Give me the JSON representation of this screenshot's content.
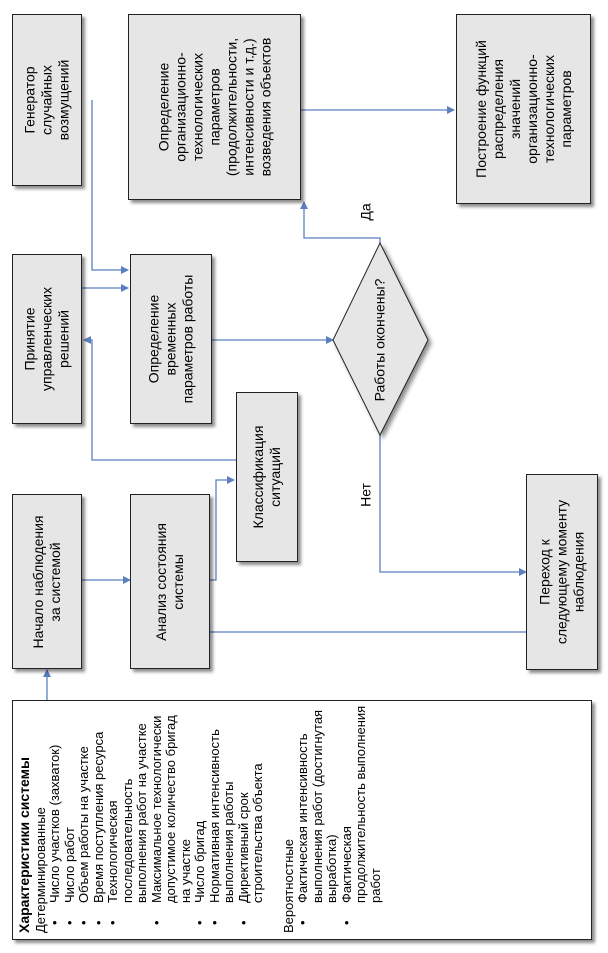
{
  "boxes": {
    "generator": [
      "Генератор",
      "случайных",
      "возмущений"
    ],
    "org_params": [
      "Определение",
      "организационно-",
      "технологических",
      "параметров",
      "(продолжительности,",
      "интенсивности и т.д.)",
      "возведения объектов"
    ],
    "distribution": [
      "Построение функций",
      "распределения",
      "значений",
      "организационно-",
      "технологических",
      "параметров"
    ],
    "decisions": [
      "Принятие",
      "управленческих",
      "решений"
    ],
    "time_params": [
      "Определение",
      "временных",
      "параметров работы"
    ],
    "decision_diamond": "Работы окончены?",
    "classification": [
      "Классификация",
      "ситуаций"
    ],
    "start": [
      "Начало наблюдения",
      "за системой"
    ],
    "analysis": [
      "Анализ состояния",
      "системы"
    ],
    "next_moment": [
      "Переход к",
      "следующему моменту",
      "наблюдения"
    ]
  },
  "labels": {
    "yes": "Да",
    "no": "Нет"
  },
  "characteristics": {
    "title": "Характеристики системы",
    "deterministic_title": "Детерминированные",
    "deterministic_items": [
      "Число участков (захваток)",
      "Число работ",
      "Объем работы на участке",
      "Время поступления ресурса",
      "Технологическая последовательность выполнения работ на участке",
      "Максимальное технологически допустимое количество бригад на участке",
      "Число бригад",
      "Нормативная интенсивность выполнения работы",
      "Директивный срок строительства объекта"
    ],
    "probabilistic_title": "Вероятностные",
    "probabilistic_items": [
      "Фактическая интенсивность выполнения работ (достигнутая выработка)",
      "Фактическая продолжительность выполнения работ"
    ]
  },
  "colors": {
    "box_fill": "#e6e6e6",
    "connector": "#5b7fbf"
  }
}
